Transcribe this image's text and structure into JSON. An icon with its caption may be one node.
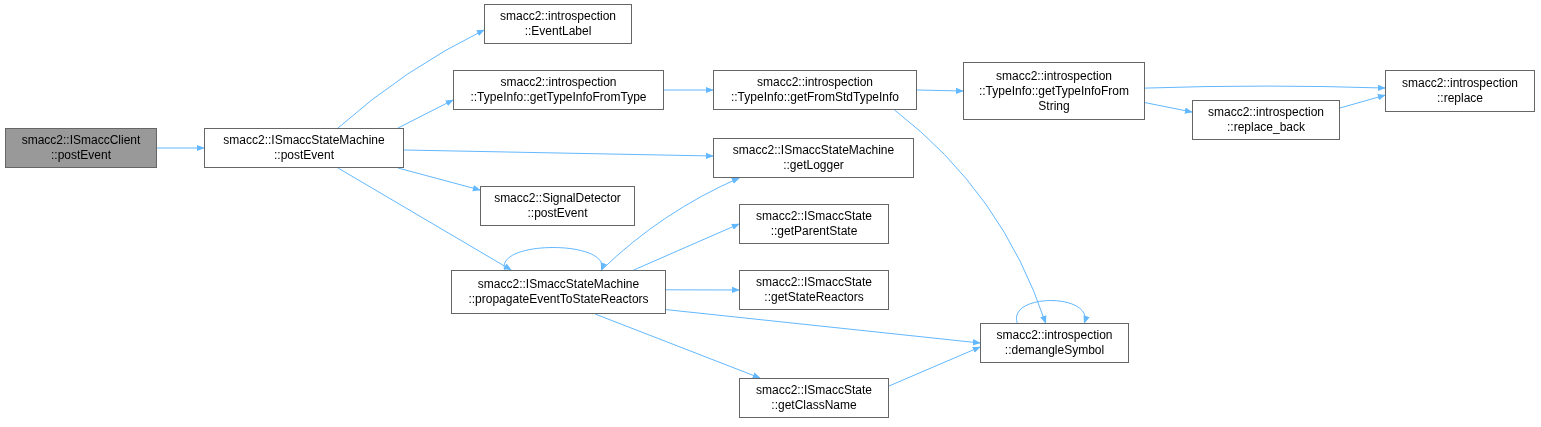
{
  "diagram": {
    "nodes": [
      {
        "text": [
          "smacc2::ISmaccClient ::postEvent"
        ]
      },
      {
        "text": [
          "smacc2::ISmaccStateMachine ::postEvent"
        ]
      },
      {
        "text": [
          "smacc2::introspection ::EventLabel"
        ]
      },
      {
        "text": [
          "smacc2::introspection ::TypeInfo::getTypeInfoFromType"
        ]
      },
      {
        "text": [
          "smacc2::ISmaccStateMachine ::getLogger"
        ]
      },
      {
        "text": [
          "smacc2::SignalDetector ::postEvent"
        ]
      },
      {
        "text": [
          "smacc2::ISmaccStateMachine ::propagateEventToStateReactors"
        ]
      },
      {
        "text": [
          "smacc2::introspection ::TypeInfo::getFromStdTypeInfo"
        ]
      },
      {
        "text": [
          "smacc2::ISmaccState ::getParentState"
        ]
      },
      {
        "text": [
          "smacc2::ISmaccState ::getStateReactors"
        ]
      },
      {
        "text": [
          "smacc2::ISmaccState ::getClassName"
        ]
      },
      {
        "text": [
          "smacc2::introspection ::demangleSymbol"
        ]
      },
      {
        "text": [
          "smacc2::introspection ::TypeInfo::getTypeInfoFrom String"
        ]
      },
      {
        "text": [
          "smacc2::introspection ::replace_back"
        ]
      },
      {
        "text": [
          "smacc2::introspection ::replace"
        ]
      }
    ],
    "edges": [
      {
        "from": 0,
        "to": 1,
        "arrow": "to"
      },
      {
        "from": 1,
        "to": 2,
        "arrow": "to"
      },
      {
        "from": 1,
        "to": 3,
        "arrow": "to"
      },
      {
        "from": 1,
        "to": 4,
        "arrow": "to"
      },
      {
        "from": 1,
        "to": 5,
        "arrow": "to"
      },
      {
        "from": 1,
        "to": 6,
        "arrow": "to"
      },
      {
        "from": 3,
        "to": 7,
        "arrow": "to"
      },
      {
        "from": 7,
        "to": 12,
        "arrow": "to"
      },
      {
        "from": 7,
        "to": 11,
        "arrow": "to"
      },
      {
        "from": 12,
        "to": 14,
        "arrow": "to"
      },
      {
        "from": 12,
        "to": 13,
        "arrow": "to"
      },
      {
        "from": 13,
        "to": 14,
        "arrow": "to"
      },
      {
        "from": 6,
        "to": 6,
        "arrow": "to"
      },
      {
        "from": 6,
        "to": 4,
        "arrow": "to"
      },
      {
        "from": 6,
        "to": 8,
        "arrow": "to"
      },
      {
        "from": 6,
        "to": 9,
        "arrow": "to"
      },
      {
        "from": 6,
        "to": 11,
        "arrow": "to"
      },
      {
        "from": 6,
        "to": 10,
        "arrow": "to"
      },
      {
        "from": 10,
        "to": 11,
        "arrow": "to"
      },
      {
        "from": 11,
        "to": 11,
        "arrow": "to"
      }
    ]
  }
}
